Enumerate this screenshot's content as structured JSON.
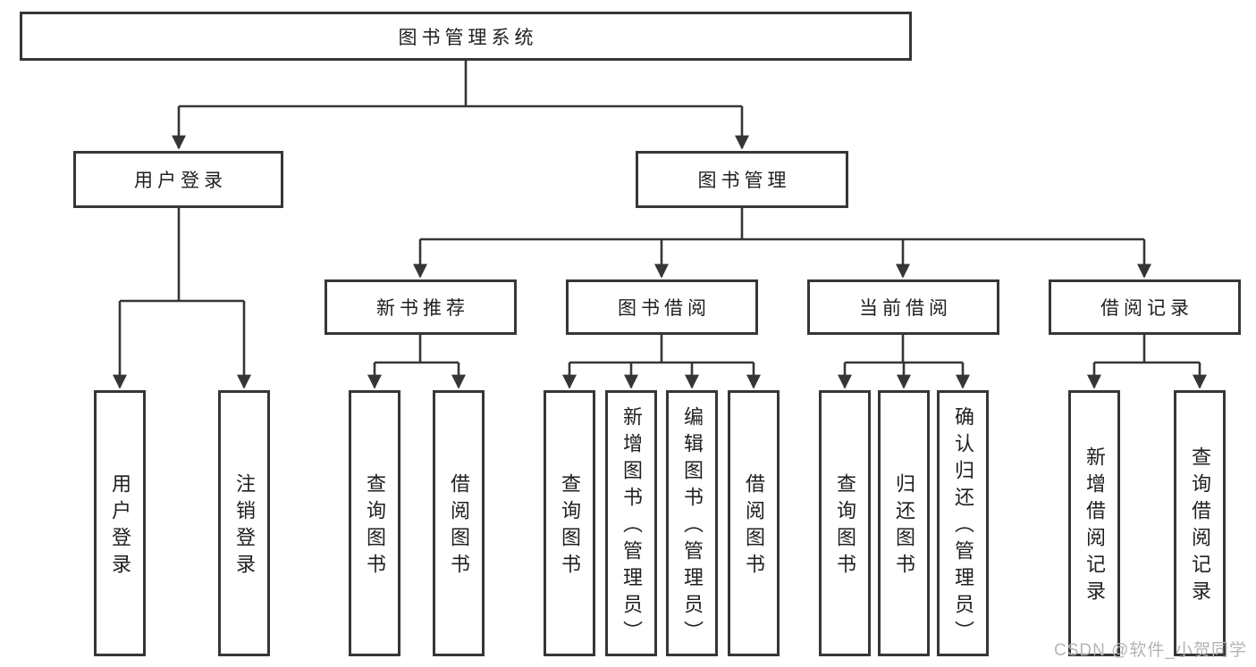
{
  "diagram": {
    "root": {
      "label": "图书管理系统"
    },
    "branches": [
      {
        "label": "用户登录",
        "children": [
          {
            "label": "用户登录"
          },
          {
            "label": "注销登录"
          }
        ]
      },
      {
        "label": "图书管理",
        "children": [
          {
            "label": "新书推荐",
            "children": [
              {
                "label": "查询图书"
              },
              {
                "label": "借阅图书"
              }
            ]
          },
          {
            "label": "图书借阅",
            "children": [
              {
                "label": "查询图书"
              },
              {
                "label": "新增图书（管理员）"
              },
              {
                "label": "编辑图书（管理员）"
              },
              {
                "label": "借阅图书"
              }
            ]
          },
          {
            "label": "当前借阅",
            "children": [
              {
                "label": "查询图书"
              },
              {
                "label": "归还图书"
              },
              {
                "label": "确认归还（管理员）"
              }
            ]
          },
          {
            "label": "借阅记录",
            "children": [
              {
                "label": "新增借阅记录"
              },
              {
                "label": "查询借阅记录"
              }
            ]
          }
        ]
      }
    ],
    "watermark": "CSDN @软件_小贺同学",
    "colors": {
      "line_color": "#363636",
      "box_border_color": "#363636",
      "text_color": "#1f1f1f",
      "background_color": "#ffffff",
      "watermark_color": "#b4b4b4"
    }
  }
}
